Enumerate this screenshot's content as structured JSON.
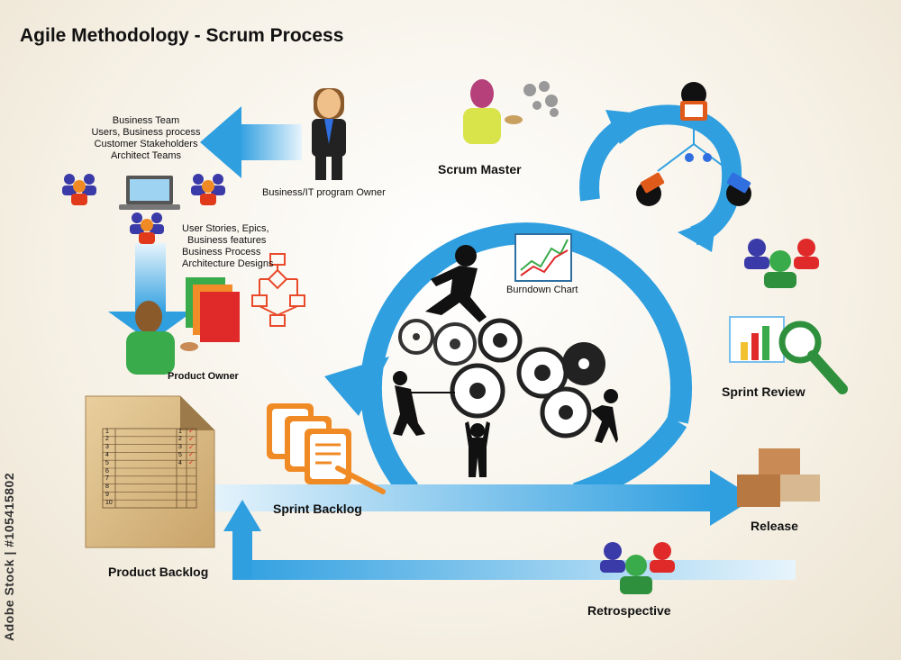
{
  "title": "Agile Methodology - Scrum Process",
  "stakeholders": {
    "lines": [
      "Business Team",
      "Users,  Business process",
      "Customer Stakeholders",
      "Architect Teams"
    ]
  },
  "program_owner": {
    "label": "Business/IT program Owner"
  },
  "scrum_master": {
    "label": "Scrum Master"
  },
  "requirements": {
    "lines": [
      "User Stories, Epics,",
      "Business features",
      "Business Process",
      "Architecture Designs"
    ]
  },
  "product_owner": {
    "label": "Product Owner"
  },
  "burndown": {
    "label": "Burndown Chart"
  },
  "product_backlog": {
    "label": "Product Backlog",
    "rows": [
      "1",
      "2",
      "3",
      "4",
      "5",
      "6",
      "7",
      "8",
      "9",
      "10"
    ],
    "priorities": [
      "1",
      "2",
      "3",
      "5",
      "4"
    ]
  },
  "sprint_backlog": {
    "label": "Sprint  Backlog"
  },
  "sprint_review": {
    "label": "Sprint Review"
  },
  "release": {
    "label": "Release"
  },
  "retrospective": {
    "label": "Retrospective"
  },
  "stock_id": "Adobe Stock | #105415802",
  "colors": {
    "arrow_blue": "#2f9fe0",
    "arrow_light": "#c9e6f8",
    "orange": "#f08a24",
    "red": "#e02a2a",
    "green": "#3aab4a",
    "purple": "#3a3aa8"
  }
}
